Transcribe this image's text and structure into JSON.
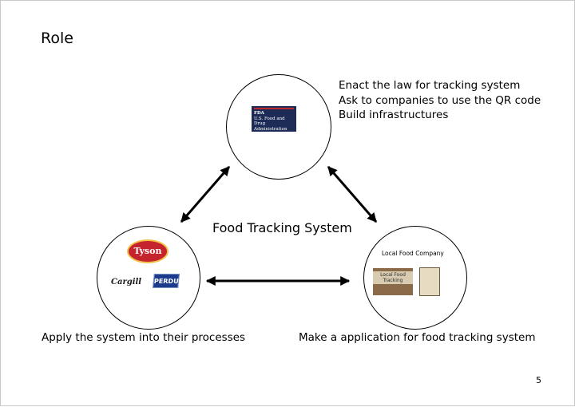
{
  "slide": {
    "title": "Role",
    "page_number": "5"
  },
  "diagram": {
    "center_label": "Food Tracking System",
    "government": {
      "logo_text": "U.S. Food and Drug Administration",
      "logo_mark": "FDA",
      "roles": [
        "Enact the law for tracking system",
        "Ask to companies to use the QR code",
        "Build infrastructures"
      ]
    },
    "companies": {
      "logos": [
        "Tyson",
        "Cargill",
        "PERDUE"
      ],
      "caption": "Apply the system into their processes"
    },
    "local": {
      "name": "Local Food Company",
      "sign_text": "Local Food Tracking",
      "caption": "Make a application for food tracking system"
    }
  },
  "colors": {
    "line": "#000000",
    "fda_navy": "#1d2c57",
    "tyson_red": "#c6242d",
    "perdue_blue": "#1c3b8d"
  }
}
